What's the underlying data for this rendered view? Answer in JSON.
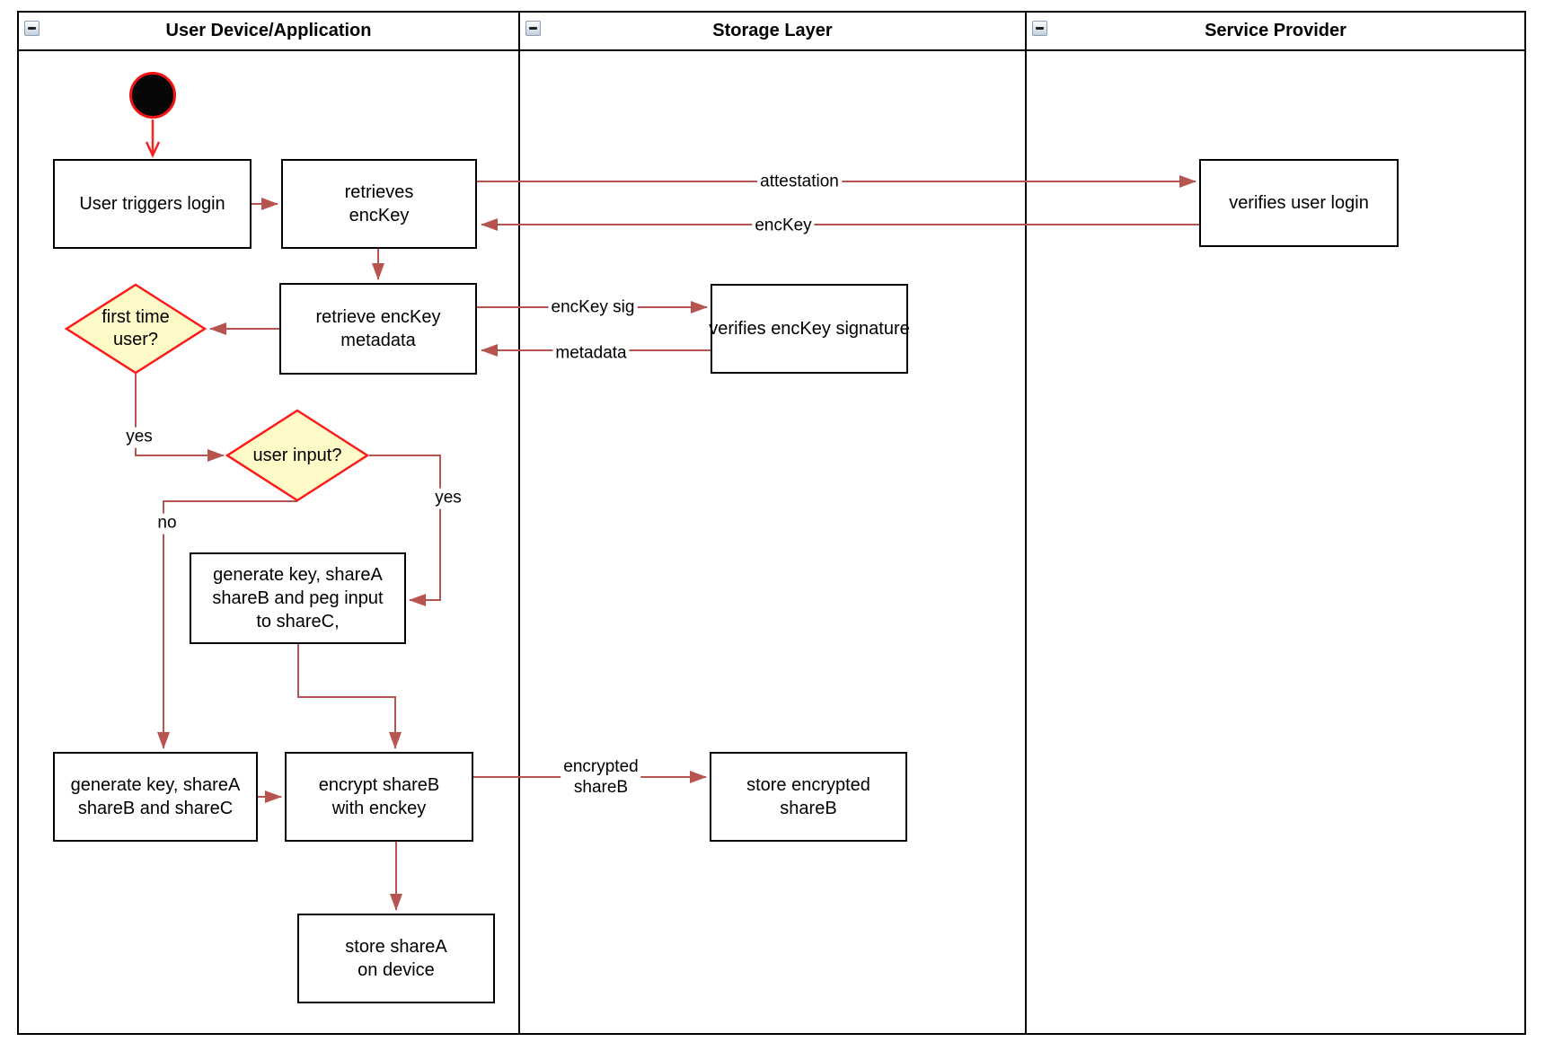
{
  "diagram": {
    "lanes": [
      {
        "title": "User Device/Application"
      },
      {
        "title": "Storage Layer"
      },
      {
        "title": "Service Provider"
      }
    ],
    "nodes": {
      "start": {
        "type": "initial-node"
      },
      "user_triggers_login": {
        "label": "User triggers login"
      },
      "retrieves_enckey": {
        "label": "retrieves\nencKey"
      },
      "verifies_user_login": {
        "label": "verifies user login"
      },
      "retrieve_enckey_metadata": {
        "label": "retrieve encKey\nmetadata"
      },
      "verifies_enckey_signature": {
        "label": "verifies encKey signature"
      },
      "first_time_user": {
        "label": "first time\nuser?",
        "type": "decision"
      },
      "user_input": {
        "label": "user input?",
        "type": "decision"
      },
      "generate_key_peg_input": {
        "label": "generate key, shareA\nshareB and peg input\nto shareC,"
      },
      "generate_key_sharec": {
        "label": "generate key, shareA\nshareB and shareC"
      },
      "encrypt_shareb": {
        "label": "encrypt shareB\nwith enckey"
      },
      "store_encrypted_shareb": {
        "label": "store encrypted\nshareB"
      },
      "store_sharea": {
        "label": "store shareA\non device"
      }
    },
    "edge_labels": {
      "attestation": "attestation",
      "enckey": "encKey",
      "enckey_sig": "encKey sig",
      "metadata": "metadata",
      "first_time_yes": "yes",
      "user_input_no": "no",
      "user_input_yes": "yes",
      "encrypted_shareb": "encrypted\nshareB"
    },
    "colors": {
      "arrow": "#b85450",
      "start_arrow": "#f22222",
      "decision_fill": "#fffbc9",
      "decision_border": "#ff1a1a",
      "node_border": "#000000",
      "lane_border": "#000000"
    },
    "icons": {
      "collapse": "minus"
    }
  }
}
